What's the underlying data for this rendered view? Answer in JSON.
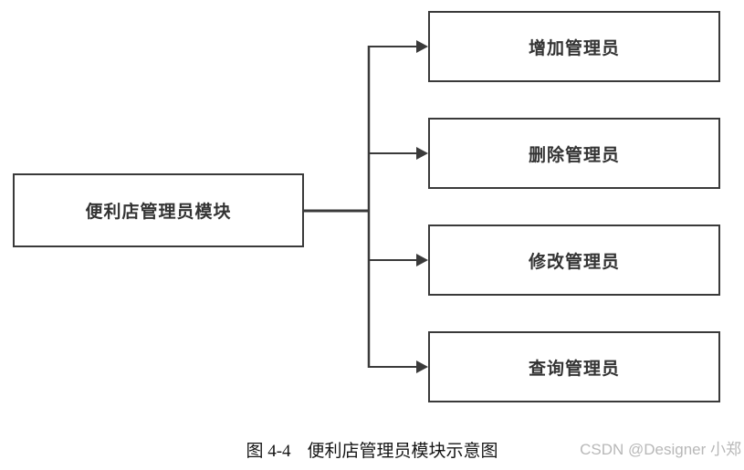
{
  "diagram": {
    "root": {
      "label": "便利店管理员模块"
    },
    "children": [
      {
        "label": "增加管理员"
      },
      {
        "label": "删除管理员"
      },
      {
        "label": "修改管理员"
      },
      {
        "label": "查询管理员"
      }
    ],
    "line_color": "#3a3a3a",
    "box_fill": "#ffffff"
  },
  "caption": {
    "figure_label": "图 4-4",
    "title": "便利店管理员模块示意图"
  },
  "watermark": {
    "text": "CSDN @Designer 小郑",
    "color": "#b8b8b8"
  }
}
